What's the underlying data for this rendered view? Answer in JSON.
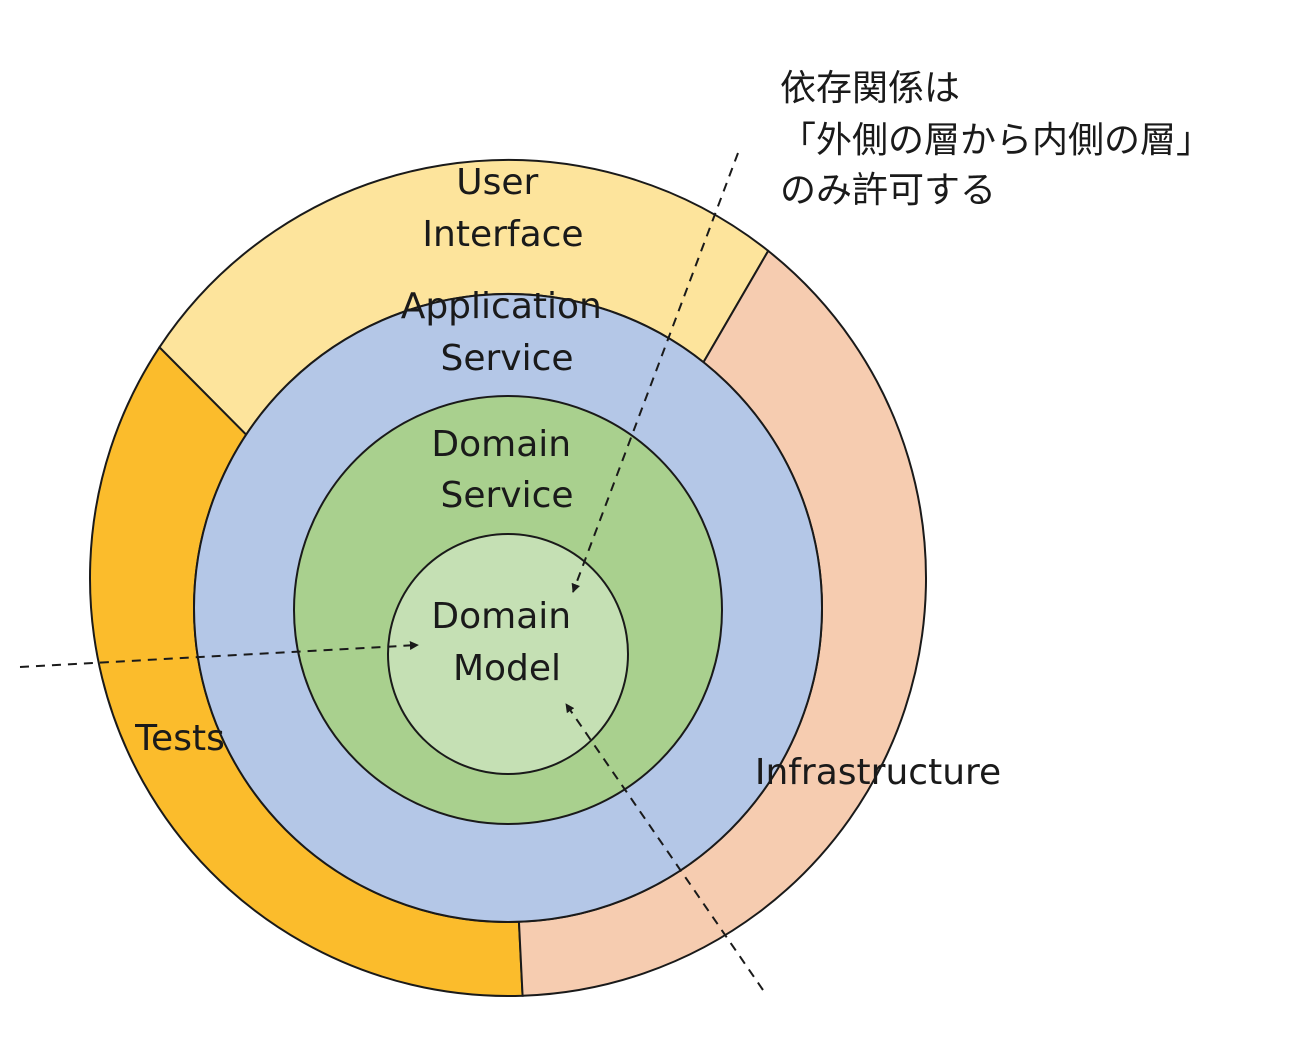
{
  "colors": {
    "user_interface": "#FDE49C",
    "tests": "#FBBC2C",
    "infrastructure": "#F6CCB0",
    "application_service": "#B4C7E7",
    "domain_service": "#A9D08E",
    "domain_model": "#C5E0B4",
    "stroke": "#1a1a1a"
  },
  "layers": {
    "user_interface": [
      "User",
      "Interface"
    ],
    "application_service": [
      "Application",
      "Service"
    ],
    "domain_service": [
      "Domain",
      "Service"
    ],
    "domain_model": [
      "Domain",
      "Model"
    ],
    "tests": [
      "Tests"
    ],
    "infrastructure": [
      "Infrastructure"
    ]
  },
  "note": [
    "依存関係は",
    "「外側の層から内側の層」",
    "のみ許可する"
  ]
}
